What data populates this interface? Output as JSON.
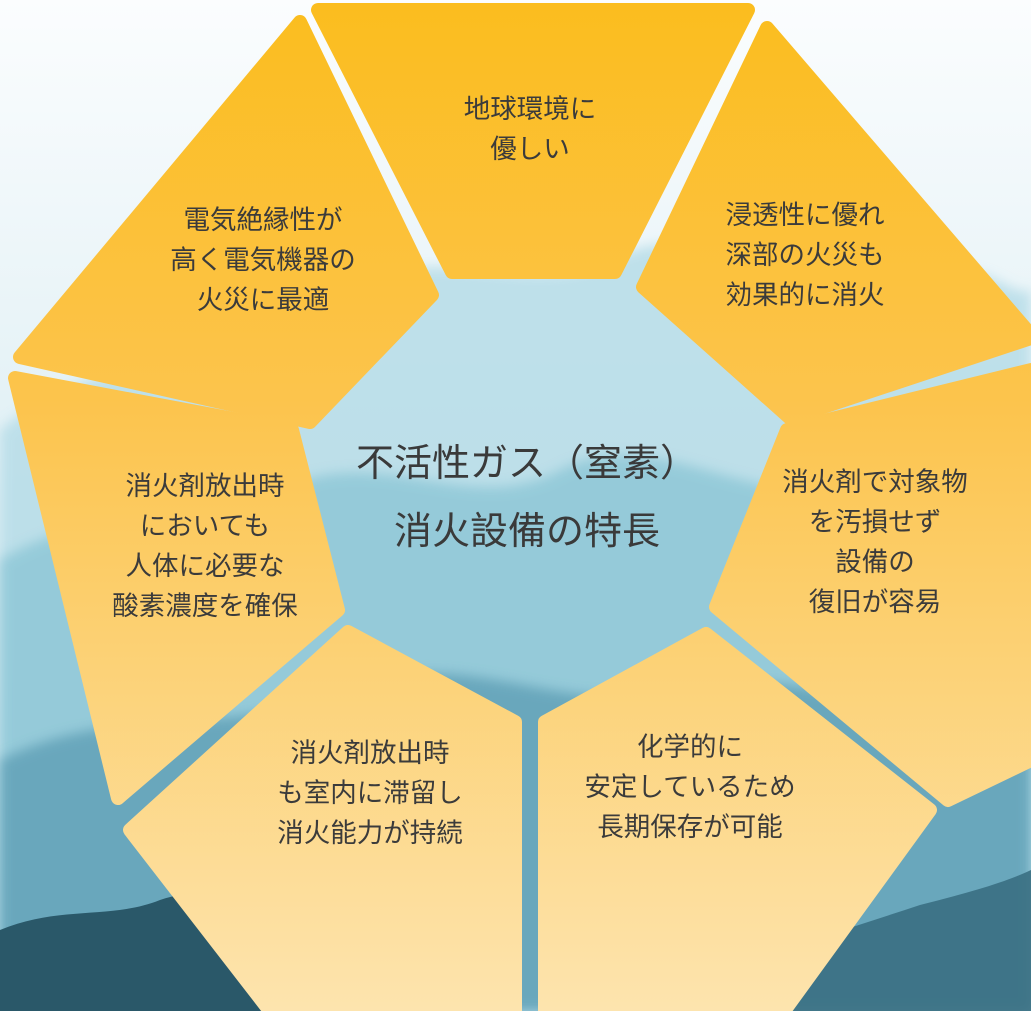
{
  "center": {
    "line1": "不活性ガス（窒素）",
    "line2": "消火設備の特長"
  },
  "features": [
    {
      "id": "environment",
      "lines": [
        "地球環境に",
        "優しい"
      ]
    },
    {
      "id": "penetration",
      "lines": [
        "浸透性に優れ",
        "深部の火災も",
        "効果的に消火"
      ]
    },
    {
      "id": "no-damage",
      "lines": [
        "消火剤で対象物",
        "を汚損せず",
        "設備の",
        "復旧が容易"
      ]
    },
    {
      "id": "chemical-stability",
      "lines": [
        "化学的に",
        "安定しているため",
        "長期保存が可能"
      ]
    },
    {
      "id": "duration",
      "lines": [
        "消火剤放出時",
        "も室内に滞留し",
        "消火能力が持続"
      ]
    },
    {
      "id": "oxygen",
      "lines": [
        "消火剤放出時",
        "においても",
        "人体に必要な",
        "酸素濃度を確保"
      ]
    },
    {
      "id": "insulation",
      "lines": [
        "電気絶縁性が",
        "高く電気機器の",
        "火災に最適"
      ]
    }
  ],
  "colors": {
    "segment_top": "#fbbd1e",
    "segment_mid": "#fcc44d",
    "segment_bottom": "#fde4ae",
    "text": "#3b3b3b",
    "sky": "#dceef3",
    "mountain_far": "#a9d6e3",
    "mountain_mid": "#7fbccf",
    "mountain_near": "#4d8fa6",
    "mountain_front": "#234e5f"
  }
}
